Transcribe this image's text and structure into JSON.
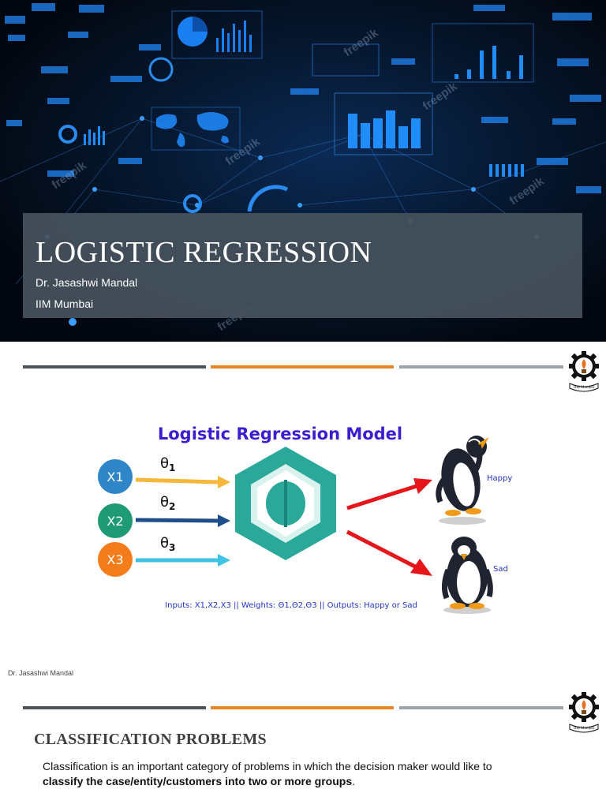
{
  "slide1": {
    "title": "LOGISTIC REGRESSION",
    "author": "Dr. Jasashwi Mandal",
    "institution": "IIM Mumbai",
    "watermark": "freepik"
  },
  "slide2": {
    "diagram_title": "Logistic Regression Model",
    "inputs": [
      "X1",
      "X2",
      "X3"
    ],
    "input_colors": [
      "#2e86c8",
      "#1e9a74",
      "#f57c1a"
    ],
    "weights": [
      {
        "base": "θ",
        "sub": "1"
      },
      {
        "base": "θ",
        "sub": "2"
      },
      {
        "base": "θ",
        "sub": "3"
      }
    ],
    "outputs": [
      "Happy",
      "Sad"
    ],
    "caption": "Inputs: X1,X2,X3 || Weights: Θ1,Θ2,Θ3 || Outputs: Happy or Sad",
    "footer": "Dr. Jasashwi Mandal",
    "logo_text": "IIM Mumbai"
  },
  "slide3": {
    "heading": "CLASSIFICATION PROBLEMS",
    "body_plain": "Classification is an important category of problems in which the decision maker would like to",
    "body_bold": "classify the case/entity/customers into two or more groups",
    "body_end": "."
  },
  "colors": {
    "stripe_dark": "#4a545c",
    "stripe_orange": "#e8842a",
    "stripe_gray": "#9ba3a8",
    "band": "#46525c",
    "hexagon": "#2aa89a",
    "arrow_red": "#e5151a",
    "caption_blue": "#2233cc"
  }
}
